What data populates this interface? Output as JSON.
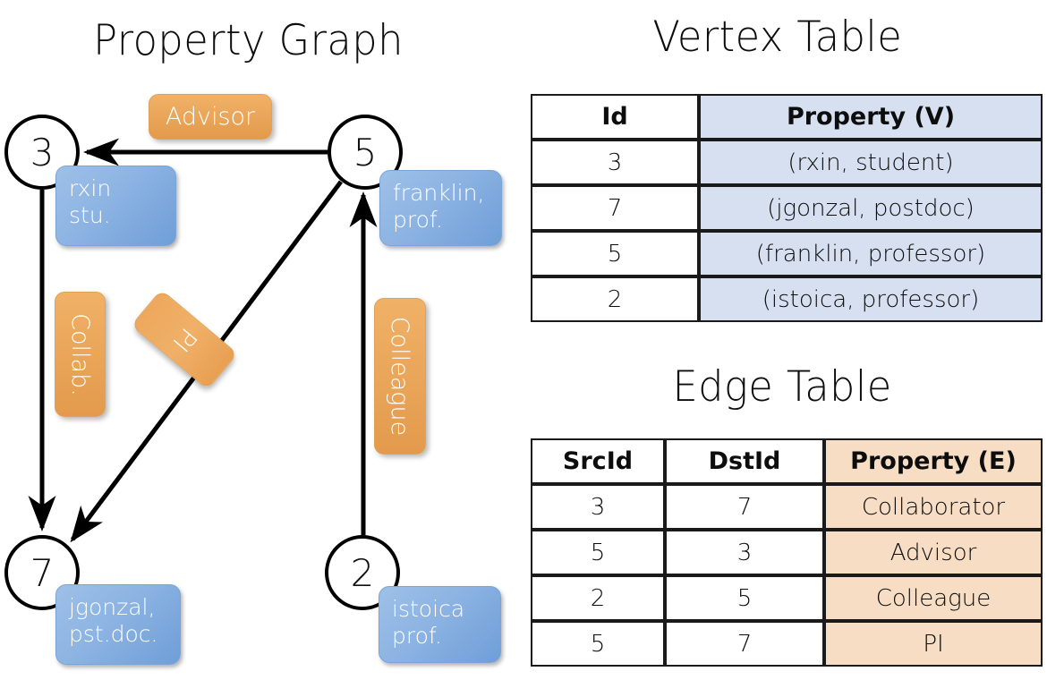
{
  "titles": {
    "property_graph": "Property Graph",
    "vertex_table": "Vertex Table",
    "edge_table": "Edge Table"
  },
  "graph": {
    "nodes": [
      {
        "id": "3",
        "label": "rxin\nstu."
      },
      {
        "id": "5",
        "label": "franklin,\nprof."
      },
      {
        "id": "7",
        "label": "jgonzal,\npst.doc."
      },
      {
        "id": "2",
        "label": "istoica\nprof."
      }
    ],
    "edge_labels": [
      {
        "text": "Advisor"
      },
      {
        "text": "Collab."
      },
      {
        "text": "PI"
      },
      {
        "text": "Colleague"
      }
    ],
    "colors": {
      "node_fill": "#ffffff",
      "node_stroke": "#000000",
      "vertex_box": "#8cb3e2",
      "edge_box": "#eba85c",
      "edge_line": "#000000"
    }
  },
  "vertex_table": {
    "headers": [
      "Id",
      "Property (V)"
    ],
    "rows": [
      {
        "id": "3",
        "property": "(rxin, student)"
      },
      {
        "id": "7",
        "property": "(jgonzal, postdoc)"
      },
      {
        "id": "5",
        "property": "(franklin, professor)"
      },
      {
        "id": "2",
        "property": "(istoica, professor)"
      }
    ],
    "property_fill": "#d6e0f0"
  },
  "edge_table": {
    "headers": [
      "SrcId",
      "DstId",
      "Property (E)"
    ],
    "rows": [
      {
        "src": "3",
        "dst": "7",
        "property": "Collaborator"
      },
      {
        "src": "5",
        "dst": "3",
        "property": "Advisor"
      },
      {
        "src": "2",
        "dst": "5",
        "property": "Colleague"
      },
      {
        "src": "5",
        "dst": "7",
        "property": "PI"
      }
    ],
    "property_fill": "#f6ddc4"
  }
}
